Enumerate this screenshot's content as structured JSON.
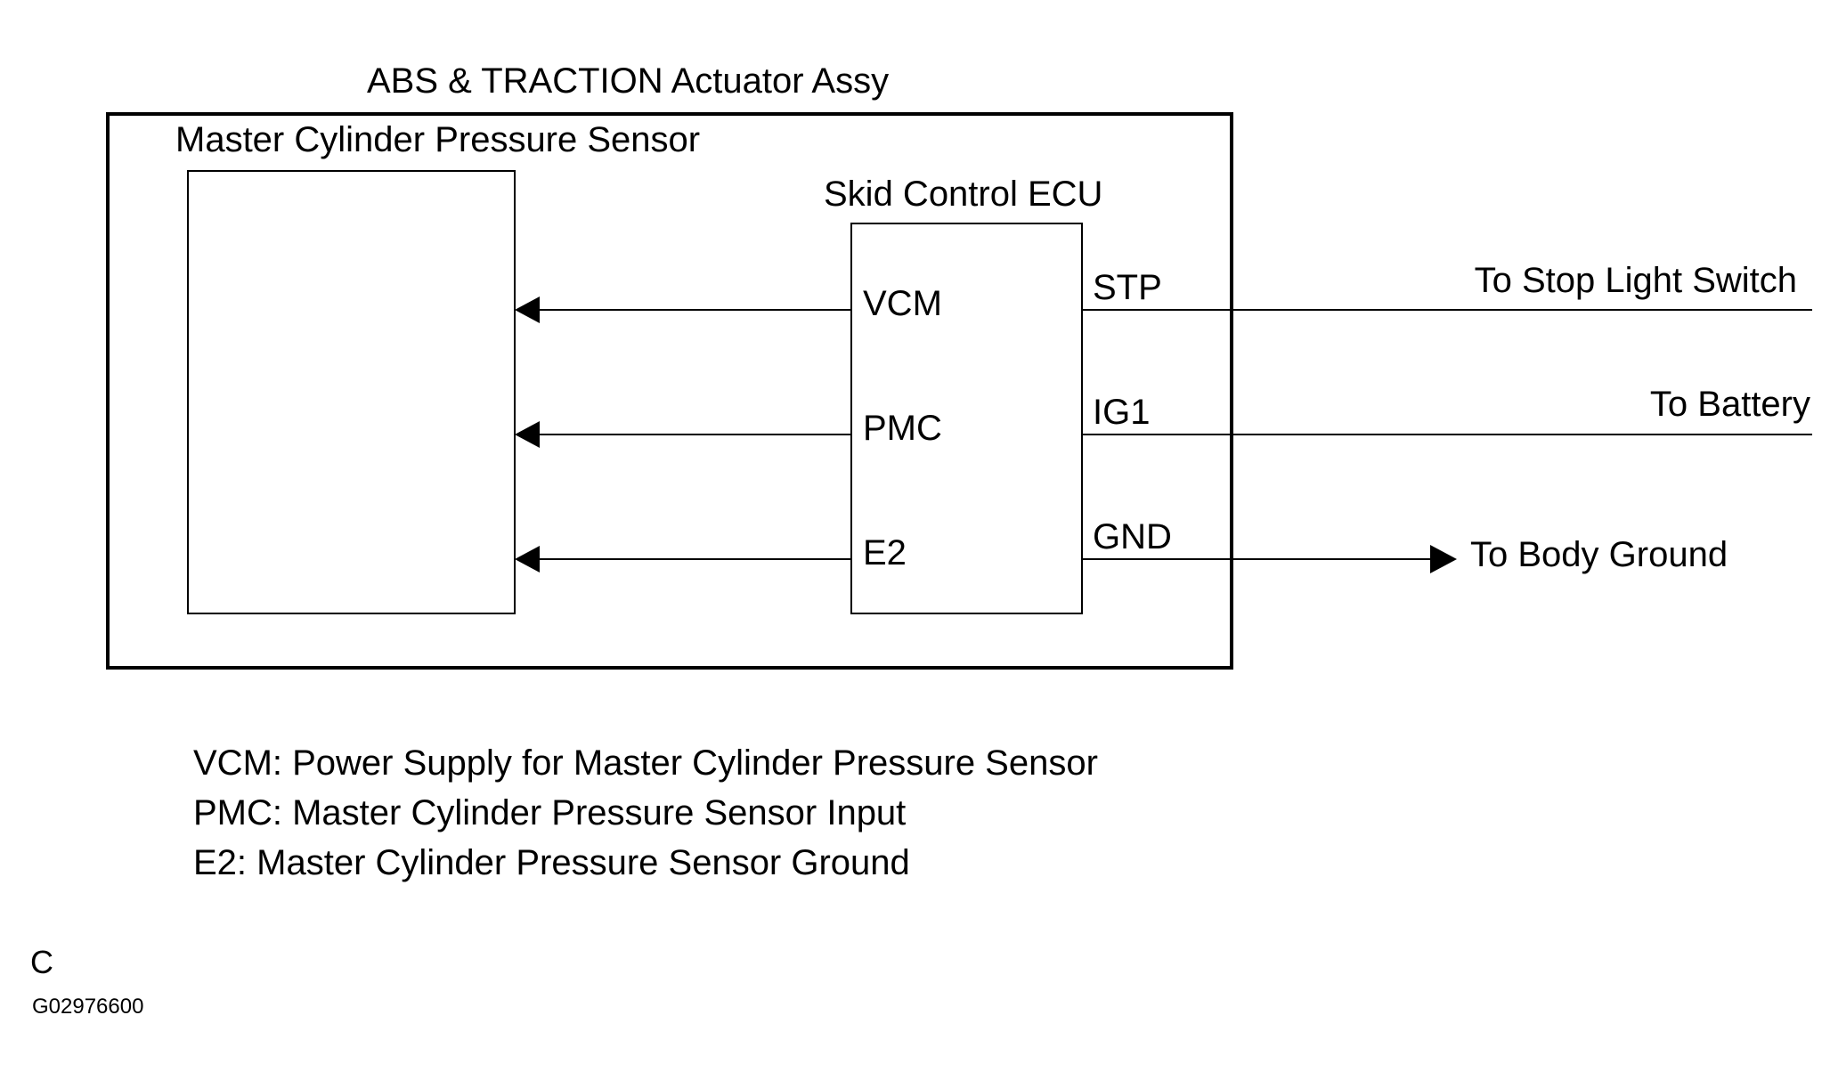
{
  "diagram": {
    "assembly_title": "ABS & TRACTION Actuator Assy",
    "sensor_title": "Master Cylinder Pressure Sensor",
    "ecu_title": "Skid Control ECU",
    "ecu_left_pins": [
      "VCM",
      "PMC",
      "E2"
    ],
    "ecu_right_pins": [
      "STP",
      "IG1",
      "GND"
    ],
    "external_connections": {
      "stop_light_switch": "To Stop Light Switch",
      "battery": "To Battery",
      "body_ground": "To Body Ground"
    }
  },
  "legend": {
    "lines": [
      "VCM: Power Supply for Master Cylinder Pressure Sensor",
      "PMC: Master Cylinder Pressure Sensor Input",
      "E2: Master Cylinder Pressure Sensor Ground"
    ]
  },
  "footer": {
    "section_letter": "C",
    "figure_code": "G02976600"
  },
  "colors": {
    "line": "#000000",
    "background": "#ffffff"
  }
}
